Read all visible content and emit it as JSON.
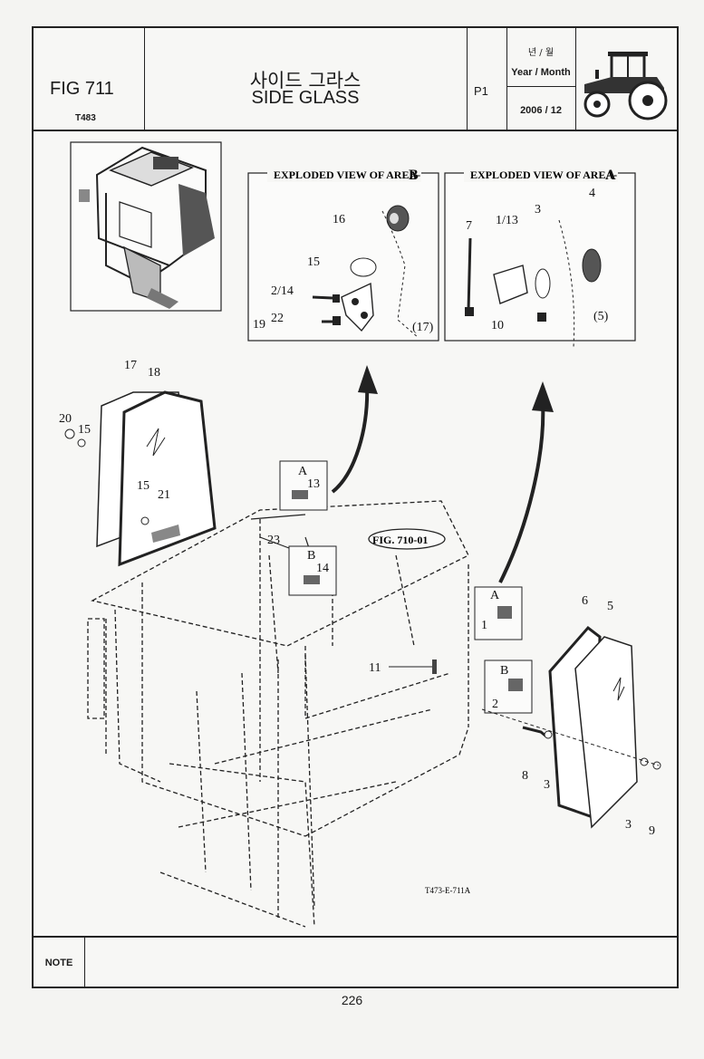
{
  "header": {
    "figure_label": "FIG 711",
    "model": "T483",
    "title_ko": "사이드 그라스",
    "title_en": "SIDE GLASS",
    "page_code": "P1",
    "date_label_ko": "년 / 월",
    "date_label_en": "Year / Month",
    "date_value": "2006 / 12"
  },
  "diagram": {
    "exploded_b_title_prefix": "EXPLODED VIEW OF AREA-",
    "exploded_b_letter": "B",
    "exploded_a_title_prefix": "EXPLODED VIEW OF AREA-",
    "exploded_a_letter": "A",
    "area_b_parts": [
      "16",
      "15",
      "2/14",
      "22",
      "19",
      "(17)"
    ],
    "area_a_parts": [
      "7",
      "1/13",
      "3",
      "4",
      "10",
      "(5)"
    ],
    "callouts": [
      "17",
      "18",
      "20",
      "15",
      "15",
      "21",
      "23",
      "11",
      "6",
      "5",
      "8",
      "3",
      "3",
      "9"
    ],
    "detail_a_top": {
      "letter": "A",
      "num": "13"
    },
    "detail_b_top": {
      "letter": "B",
      "num": "14"
    },
    "detail_a_right": {
      "letter": "A",
      "num": "1"
    },
    "detail_b_right": {
      "letter": "B",
      "num": "2"
    },
    "fig_ref": "FIG. 710-01",
    "drawing_code": "T473-E-711A"
  },
  "footer": {
    "note_label": "NOTE",
    "note_text": "",
    "page_number": "226"
  }
}
